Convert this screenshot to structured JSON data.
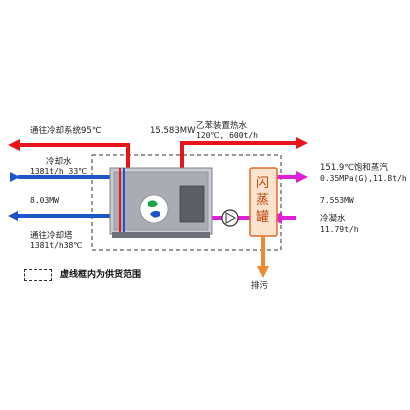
{
  "labels": {
    "to_cooling_system": "通往冷却系统95℃",
    "power_top": "15.583MW",
    "ethylene_hot_water_1": "乙苯装置热水",
    "ethylene_hot_water_2": "120℃, 600t/h",
    "cooling_water_1": "冷却水",
    "cooling_water_2": "1381t/h 33℃",
    "power_left": "8.03MW",
    "to_cooling_tower_1": "通往冷却塔",
    "to_cooling_tower_2": "1381t/h38℃",
    "steam_1": "151.9℃饱和蒸汽",
    "steam_2": "0.35MPa(G),11.8t/h",
    "power_right": "7.553MW",
    "condensate_1": "冷凝水",
    "condensate_2": "11.79t/h",
    "flash_tank_1": "闪",
    "flash_tank_2": "蒸",
    "flash_tank_3": "罐",
    "drain": "排污",
    "legend": "虚线框内为供货范围"
  },
  "colors": {
    "hot_red": "#e8141c",
    "cold_blue": "#1e55c8",
    "steam_magenta": "#e020d8",
    "tank_fill": "#fbe3cd",
    "tank_border": "#e06b2a",
    "drain_orange": "#f08a30",
    "unit_gray": "#a9adb3"
  },
  "icons": [
    "pump-icon",
    "logo-icon",
    "arrow-icon"
  ]
}
